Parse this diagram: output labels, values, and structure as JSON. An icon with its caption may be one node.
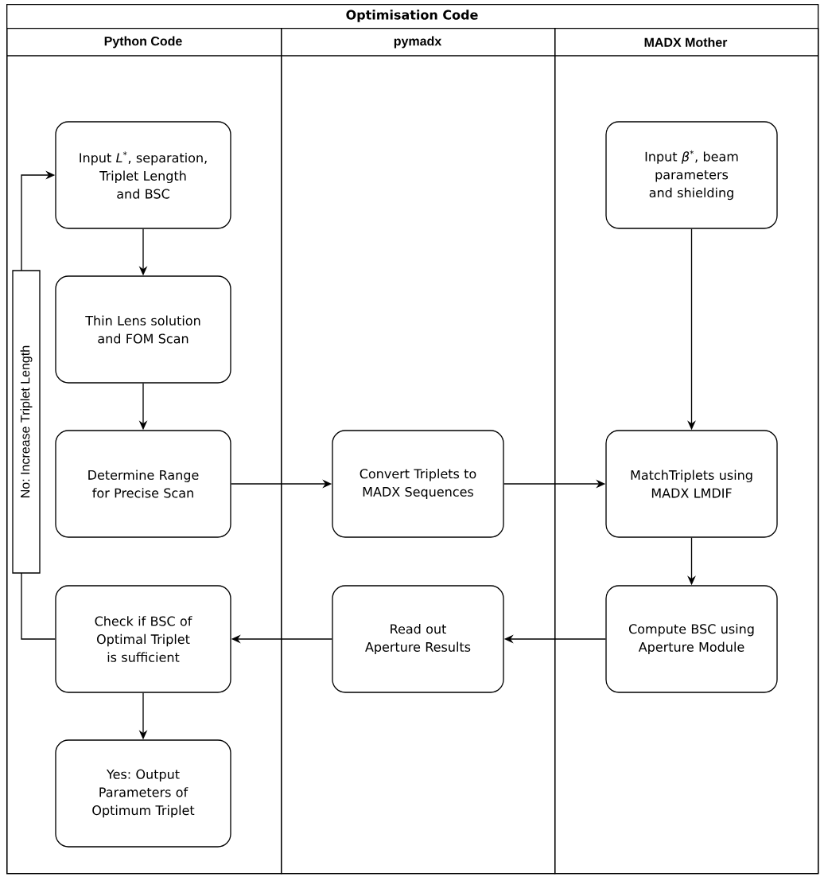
{
  "diagram": {
    "nodes": [
      {
        "text": [
          "Optimisation Code"
        ]
      },
      {
        "text": [
          "Python Code"
        ],
        "in": 0
      },
      {
        "text": [
          "pymadx"
        ],
        "in": 0
      },
      {
        "text": [
          "MADX Mother"
        ],
        "in": 0
      },
      {
        "text": [
          "Input *L*$^{*}$, separation, Triplet Length and BSC"
        ],
        "in": 1
      },
      {
        "text": [
          "Thin Lens solution and FOM Scan"
        ],
        "in": 1
      },
      {
        "text": [
          "Determine Range for Precise Scan"
        ],
        "in": 1
      },
      {
        "text": [
          "Check if BSC of Optimal Triplet is sufficient"
        ],
        "in": 1
      },
      {
        "text": [
          "Yes: Output Parameters of Optimum Triplet"
        ],
        "in": 1
      },
      {
        "text": [
          "Convert Triplets to MADX Sequences"
        ],
        "in": 2
      },
      {
        "text": [
          "Read out Aperture Results"
        ],
        "in": 2
      },
      {
        "text": [
          "Input *β*$^{*}$, beam parameters and shielding"
        ],
        "in": 3
      },
      {
        "text": [
          "MatchTriplets using MADX LMDIF"
        ],
        "in": 3
      },
      {
        "text": [
          "Compute BSC using Aperture Module"
        ],
        "in": 3
      }
    ],
    "edges": [
      {
        "from": 4,
        "to": 5,
        "arrow": "to"
      },
      {
        "from": 5,
        "to": 6,
        "arrow": "to"
      },
      {
        "from": 6,
        "to": 9,
        "arrow": "to"
      },
      {
        "from": 9,
        "to": 12,
        "arrow": "to"
      },
      {
        "from": 11,
        "to": 12,
        "arrow": "to"
      },
      {
        "from": 12,
        "to": 13,
        "arrow": "to"
      },
      {
        "from": 13,
        "to": 10,
        "arrow": "to"
      },
      {
        "from": 10,
        "to": 7,
        "arrow": "to"
      },
      {
        "from": 7,
        "to": 8,
        "arrow": "to"
      },
      {
        "from": 7,
        "to": 4,
        "arrow": "to",
        "label": "No: Increase Triplet Length"
      }
    ]
  }
}
